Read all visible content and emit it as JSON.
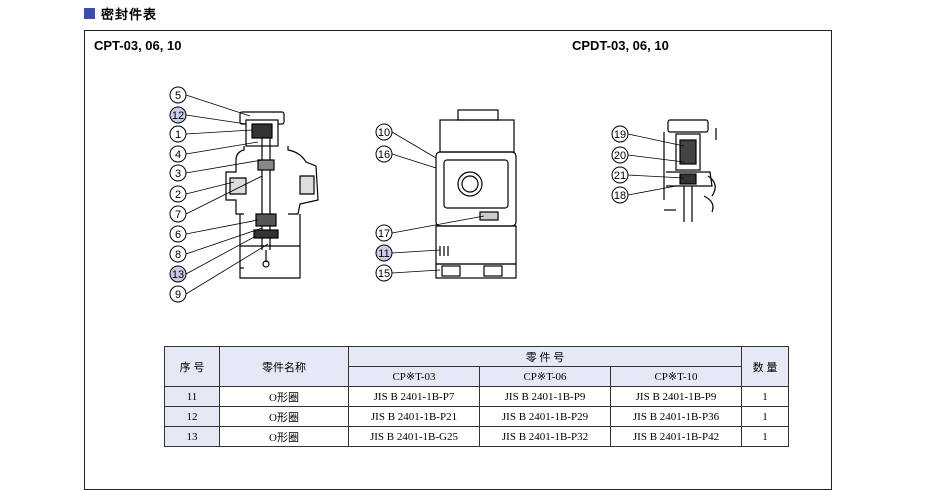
{
  "section": {
    "title": "密封件表"
  },
  "models": {
    "left": "CPT-03, 06, 10",
    "right": "CPDT-03, 06, 10"
  },
  "balloons": {
    "view1": [
      "5",
      "12",
      "1",
      "4",
      "3",
      "2",
      "7",
      "6",
      "8",
      "13",
      "9"
    ],
    "view2": [
      "10",
      "16",
      "17",
      "11",
      "15"
    ],
    "view3": [
      "19",
      "20",
      "21",
      "18"
    ]
  },
  "table": {
    "headers": {
      "no": "序 号",
      "name": "零件名称",
      "part_no": "零 件 号",
      "qty": "数 量",
      "variants": [
        "CP※T-03",
        "CP※T-06",
        "CP※T-10"
      ]
    },
    "rows": [
      {
        "no": "11",
        "name": "O形圈",
        "p03": "JIS B 2401-1B-P7",
        "p06": "JIS B 2401-1B-P9",
        "p10": "JIS B 2401-1B-P9",
        "qty": "1"
      },
      {
        "no": "12",
        "name": "O形圈",
        "p03": "JIS B 2401-1B-P21",
        "p06": "JIS B 2401-1B-P29",
        "p10": "JIS B 2401-1B-P36",
        "qty": "1"
      },
      {
        "no": "13",
        "name": "O形圈",
        "p03": "JIS B 2401-1B-G25",
        "p06": "JIS B 2401-1B-P32",
        "p10": "JIS B 2401-1B-P42",
        "qty": "1"
      }
    ]
  }
}
